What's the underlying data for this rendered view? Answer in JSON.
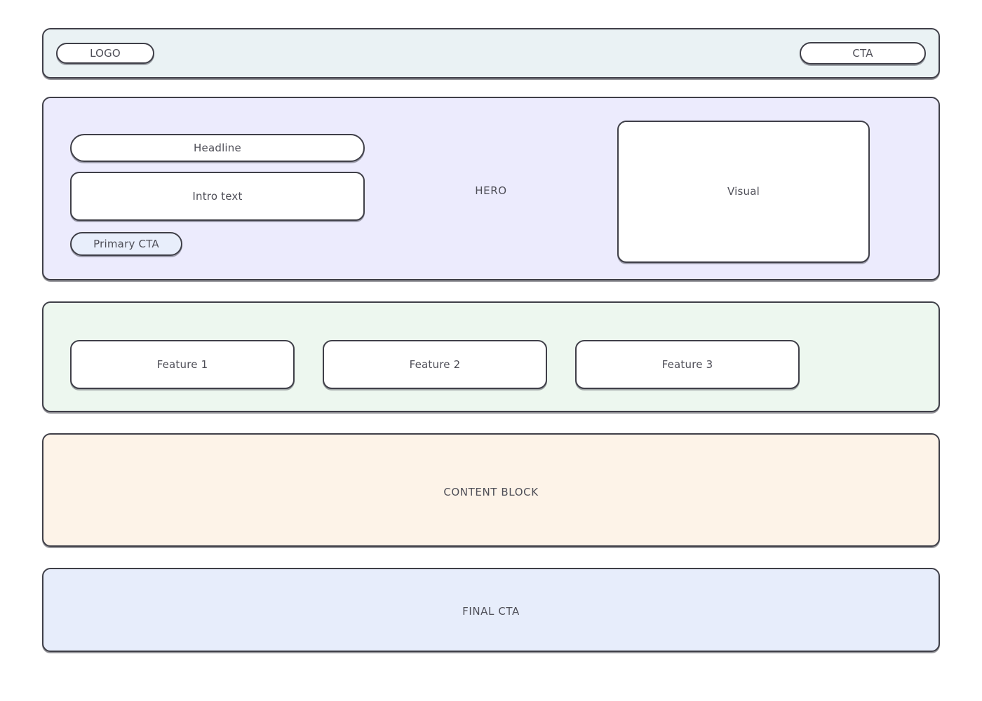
{
  "page": {
    "background": "#ffffff",
    "wire_border_color": "#3f3f48",
    "text_color": "#4e4e57"
  },
  "header": {
    "background": "#eaf2f4",
    "logo_label": "LOGO",
    "cta_label": "CTA"
  },
  "hero": {
    "background": "#ecebfd",
    "section_label": "HERO",
    "headline_label": "Headline",
    "intro_label": "Intro text",
    "primary_cta_label": "Primary CTA",
    "primary_cta_fill": "#e8eefb",
    "visual_label": "Visual"
  },
  "features": {
    "background": "#edf7ef",
    "items": [
      {
        "label": "Feature 1"
      },
      {
        "label": "Feature 2"
      },
      {
        "label": "Feature 3"
      }
    ]
  },
  "content": {
    "background": "#fdf3e8",
    "label": "CONTENT BLOCK"
  },
  "final_cta": {
    "background": "#e7edfb",
    "label": "FINAL CTA"
  }
}
